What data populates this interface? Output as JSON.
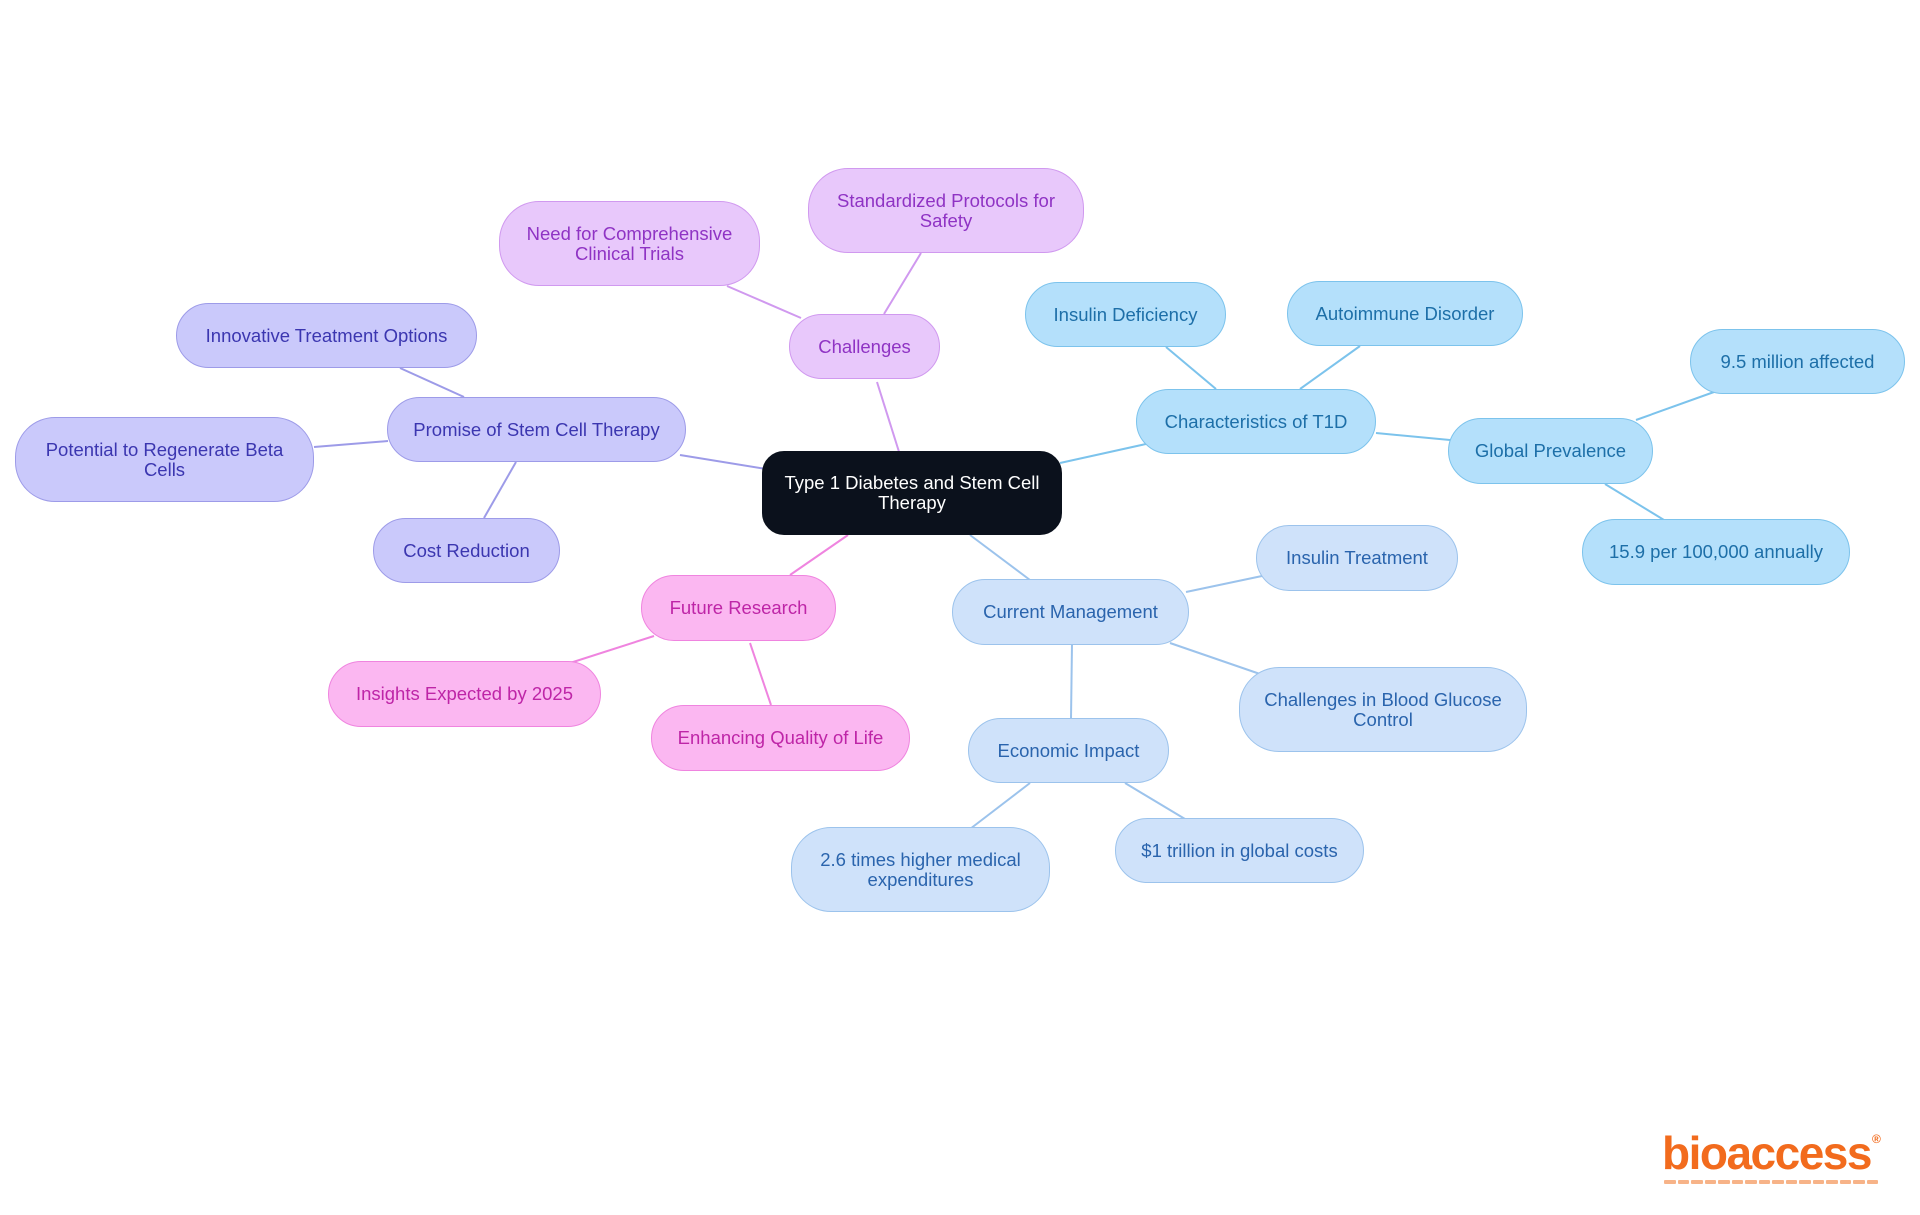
{
  "root": {
    "label": "Type 1 Diabetes and Stem Cell Therapy"
  },
  "branches": {
    "promise": {
      "label": "Promise of Stem Cell Therapy",
      "children": [
        "Innovative Treatment Options",
        "Potential to Regenerate Beta Cells",
        "Cost Reduction"
      ]
    },
    "challenges": {
      "label": "Challenges",
      "children": [
        "Need for Comprehensive Clinical Trials",
        "Standardized Protocols for Safety"
      ]
    },
    "future": {
      "label": "Future Research",
      "children": [
        "Insights Expected by 2025",
        "Enhancing Quality of Life"
      ]
    },
    "characteristics": {
      "label": "Characteristics of T1D",
      "children": [
        "Insulin Deficiency",
        "Autoimmune Disorder"
      ],
      "global_prevalence": {
        "label": "Global Prevalence",
        "children": [
          "9.5 million affected",
          "15.9 per 100,000 annually"
        ]
      }
    },
    "management": {
      "label": "Current Management",
      "children": [
        "Insulin Treatment",
        "Challenges in Blood Glucose Control"
      ],
      "economic_impact": {
        "label": "Economic Impact",
        "children": [
          "2.6 times higher medical expenditures",
          "$1 trillion in global costs"
        ]
      }
    }
  },
  "colors": {
    "root": "#0b111c",
    "promise": "#cac9fb",
    "challenges": "#e8c8fb",
    "future": "#fbb7f1",
    "characteristics": "#b4e0fb",
    "management": "#cfe2fa",
    "logo": "#f26b1d"
  },
  "logo": {
    "text": "bioaccess",
    "mark": "®"
  }
}
